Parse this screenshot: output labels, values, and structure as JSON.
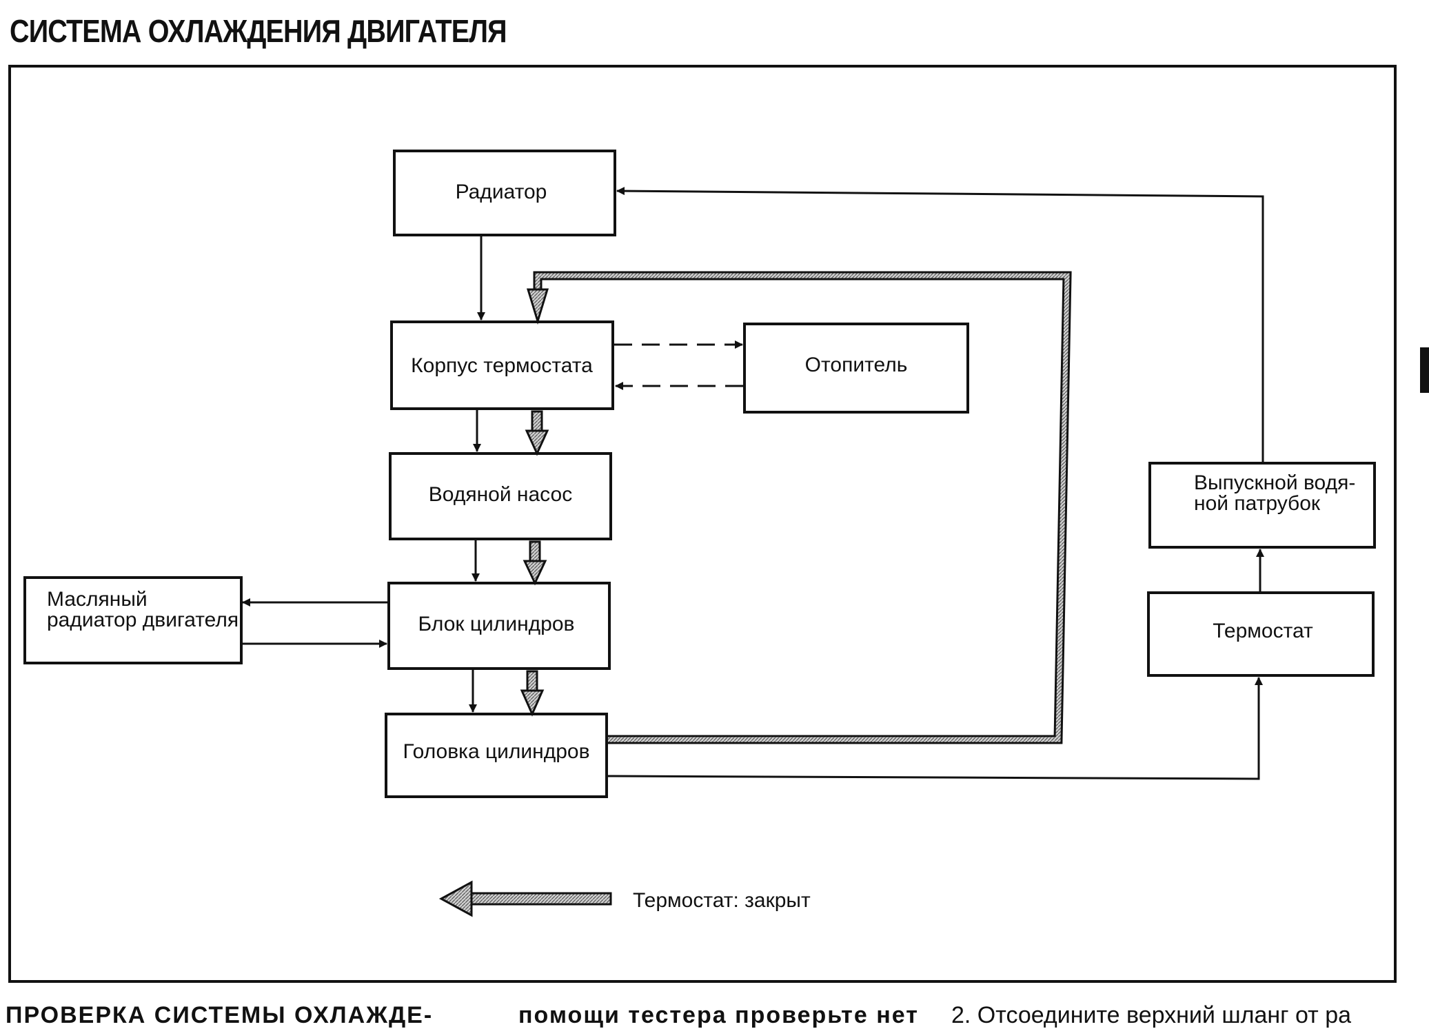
{
  "title": "СИСТЕМА ОХЛАЖДЕНИЯ ДВИГАТЕЛЯ",
  "nodes": {
    "radiator": [
      "Радиатор"
    ],
    "thermostat_housing": [
      "Корпус термостата"
    ],
    "heater": [
      "Отопитель"
    ],
    "water_pump": [
      "Водяной насос"
    ],
    "cylinder_block": [
      "Блок цилиндров"
    ],
    "oil_cooler": [
      "Масляный",
      "радиатор двигателя"
    ],
    "cylinder_head": [
      "Головка цилиндров"
    ],
    "outlet_pipe": [
      "Выпускной водя-",
      "ной патрубок"
    ],
    "thermostat": [
      "Термостат"
    ]
  },
  "legend": {
    "label": "Термостат: закрыт",
    "icon": "hatched-arrow-left-icon"
  },
  "bottom_text": {
    "col1": "ПРОВЕРКА СИСТЕМЫ ОХЛАЖДЕ-",
    "col2": "помощи тестера проверьте нет",
    "col3": "2. Отсоедините верхний шланг от ра"
  },
  "colors": {
    "ink": "#111111",
    "hatch": "#9a9a9a",
    "background": "#ffffff"
  }
}
